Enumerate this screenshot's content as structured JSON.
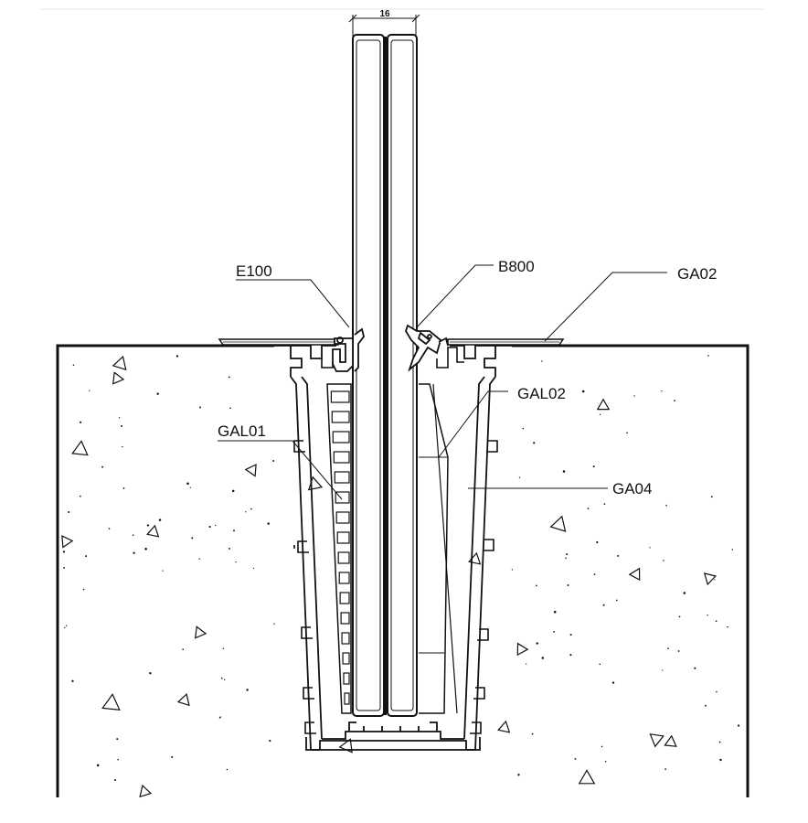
{
  "drawing": {
    "dimension_glass": "16",
    "labels": {
      "e100": "E100",
      "b800": "B800",
      "ga02": "GA02",
      "gal02": "GAL02",
      "gal01": "GAL01",
      "ga04": "GA04"
    },
    "colors": {
      "line": "#111111",
      "background": "#ffffff"
    }
  }
}
